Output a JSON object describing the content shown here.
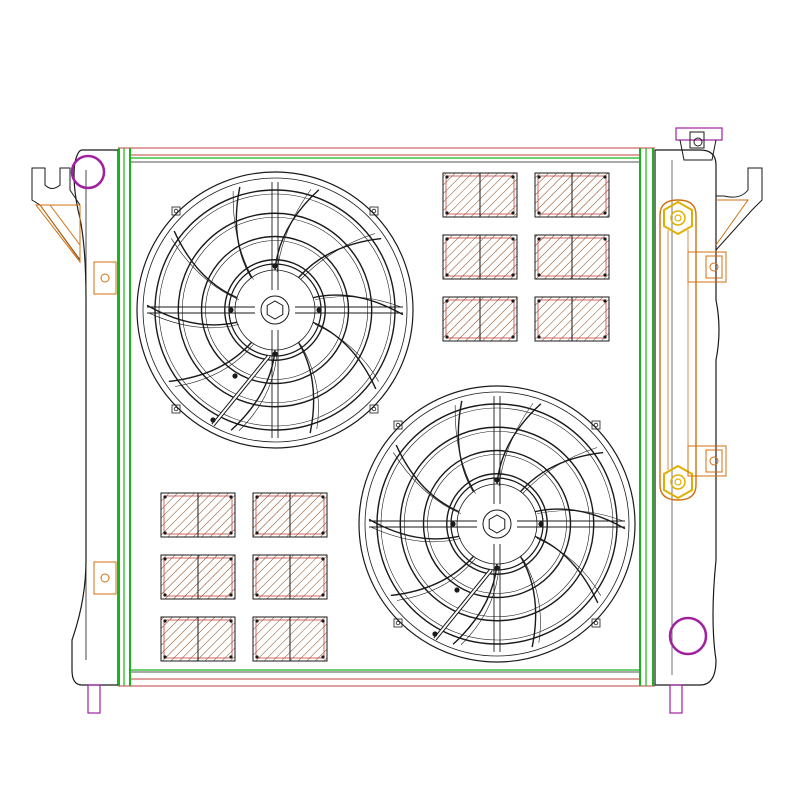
{
  "drawing": {
    "subject": "radiator-with-dual-electric-fans",
    "colors": {
      "outline": "#1a1a1a",
      "frame_green": "#19b419",
      "core_red": "#c04040",
      "bracket_orange": "#d07010",
      "mount_gold": "#e0b000",
      "cap_purple": "#a020a0",
      "hatch_brown": "#8b4513",
      "background": "#ffffff"
    },
    "fans": [
      {
        "id": "upper-left",
        "blades": 10,
        "rings": 4
      },
      {
        "id": "lower-right",
        "blades": 10,
        "rings": 4
      }
    ],
    "upper_block_grid": {
      "columns": 2,
      "rows": 3
    },
    "lower_block_grid": {
      "columns": 2,
      "rows": 3
    },
    "icons": [
      "filler-cap-icon",
      "drain-cap-icon",
      "upper-mount-nut-icon",
      "lower-mount-nut-icon",
      "radiator-cap-icon"
    ]
  }
}
